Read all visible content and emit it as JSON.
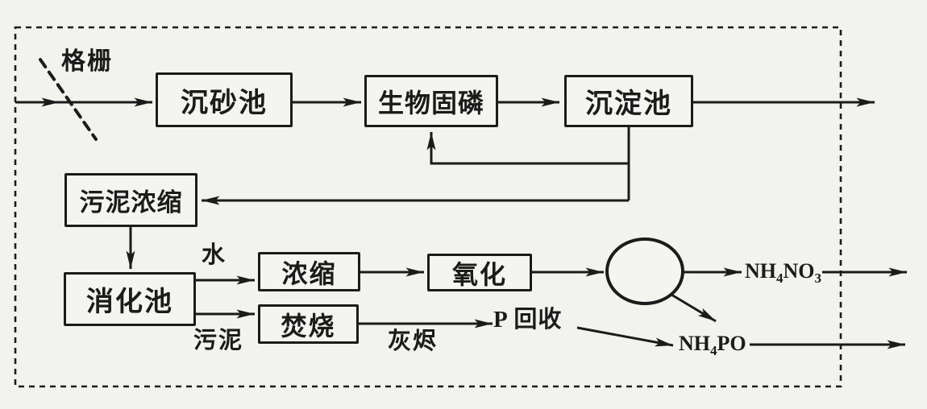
{
  "colors": {
    "background": "#f2f2ef",
    "ink": "#1b1b1b",
    "box_fill": "#f4f4f1"
  },
  "nodes": {
    "grit_chamber": "沉砂池",
    "bio_phosphorus": "生物固磷",
    "sedimentation": "沉淀池",
    "sludge_thickening": "污泥浓缩",
    "digestion": "消化池",
    "concentration": "浓缩",
    "oxidation": "氧化",
    "incineration": "焚烧"
  },
  "labels": {
    "grating": "格栅",
    "water": "水",
    "sludge": "污泥",
    "ash": "灰烬",
    "p_recovery": "P 回收"
  },
  "formulas": {
    "nh4no3": {
      "base1": "NH",
      "sub1": "4",
      "base2": "NO",
      "sub2": "3"
    },
    "nh4po": {
      "base1": "NH",
      "sub1": "4",
      "base2": "PO"
    }
  }
}
